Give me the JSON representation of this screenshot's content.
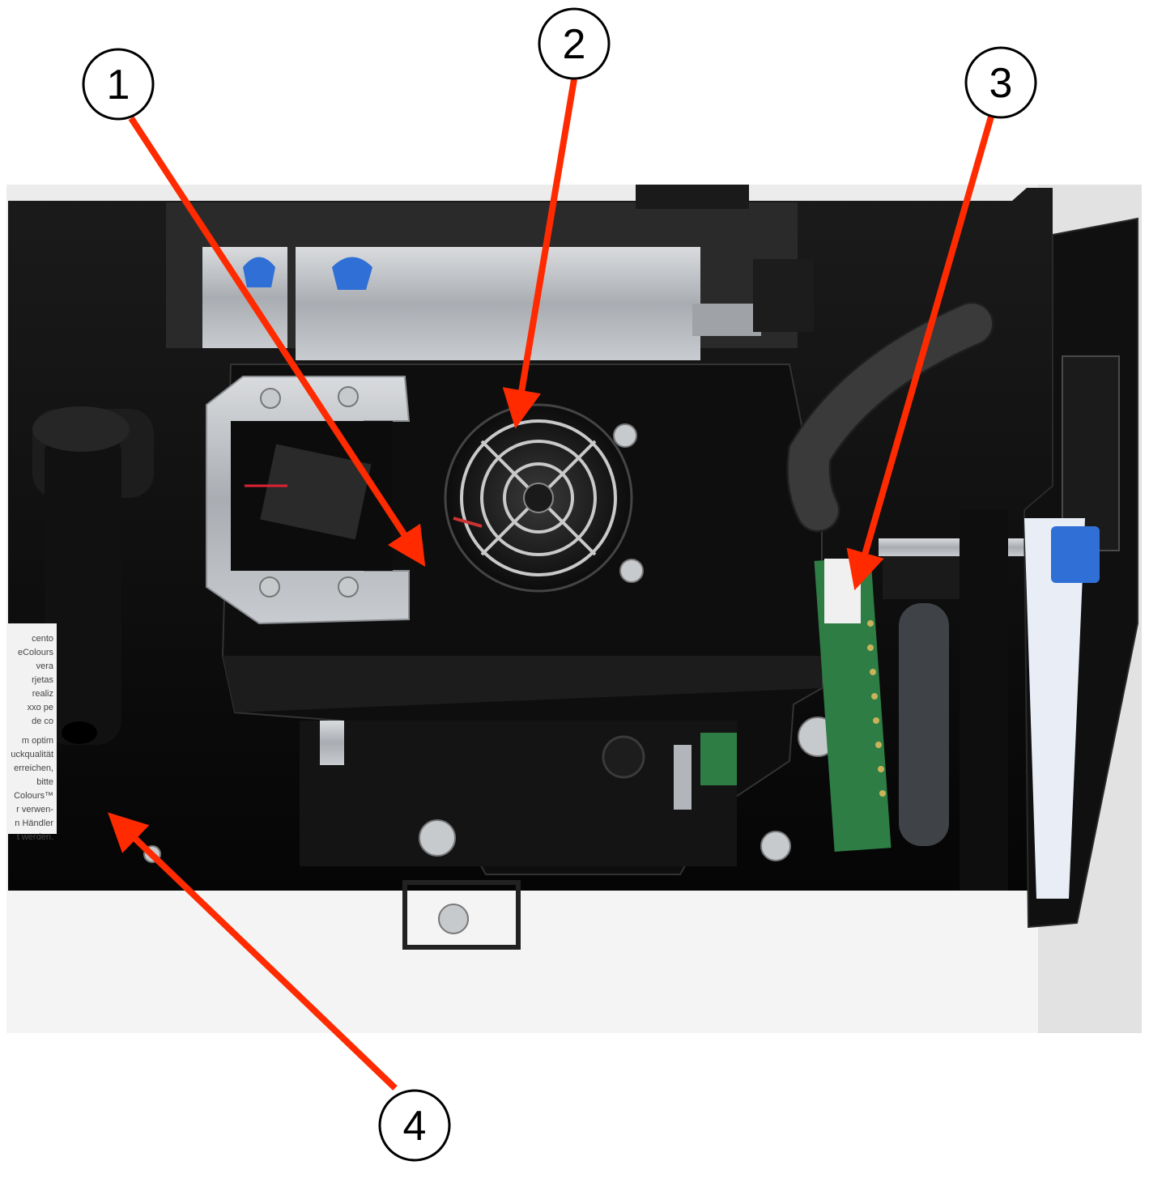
{
  "figure": {
    "description_visible": false,
    "palette": {
      "arrow": "#ff2a00",
      "casing": "#e9e9e9",
      "panel": "#141414",
      "metal": "#b9bcc0",
      "pcb": "#2e7d45",
      "accent_blue": "#2f6fd6"
    }
  },
  "callouts": [
    {
      "id": 1,
      "label": "1"
    },
    {
      "id": 2,
      "label": "2"
    },
    {
      "id": 3,
      "label": "3"
    },
    {
      "id": 4,
      "label": "4"
    }
  ],
  "sticker_text": [
    "cento",
    "eColours",
    "vera",
    "rjetas",
    "realiz",
    "xxo pe",
    "de co",
    "m optim",
    "uckqualität",
    "erreichen,",
    "bitte",
    "Colours™",
    "r verwen-",
    "n Händler",
    "t werden."
  ]
}
